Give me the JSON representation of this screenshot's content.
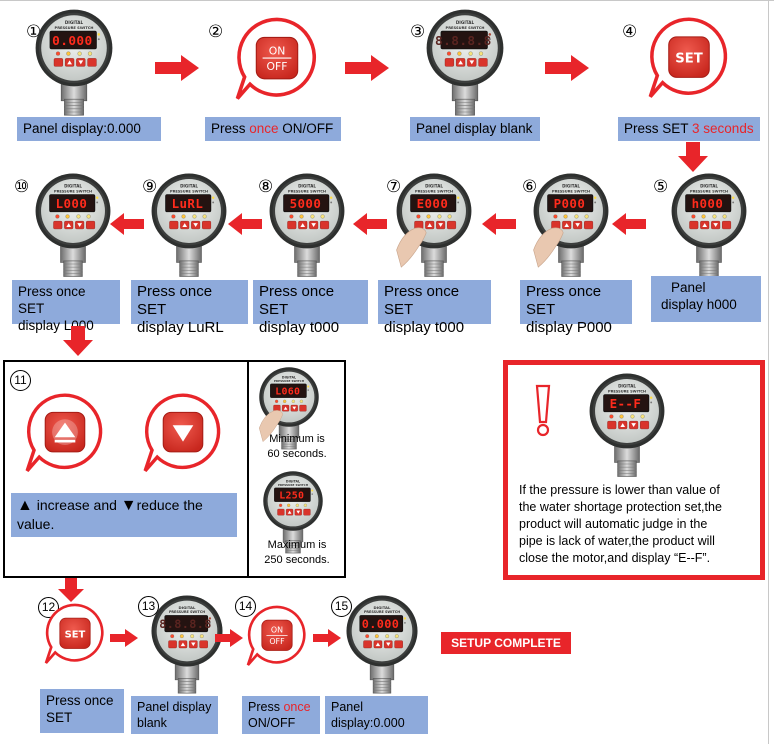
{
  "colors": {
    "accent": "#e8252a",
    "label_bg": "#8eaadb",
    "display_red": "#ff2b1c"
  },
  "device": {
    "brand": "DIGITAL",
    "model": "PRESSURE SWITCH"
  },
  "steps": [
    {
      "num": "①",
      "display": "0.000",
      "label": "Panel display:0.000"
    },
    {
      "num": "②",
      "button_top": "ON",
      "button_bottom": "OFF",
      "label_pre": "Press ",
      "label_em": "once",
      "label_post": " ON/OFF"
    },
    {
      "num": "③",
      "display": "8.8.8.8",
      "label": "Panel display blank"
    },
    {
      "num": "④",
      "button": "SET",
      "label_pre": "Press  SET ",
      "label_em": "3 seconds"
    },
    {
      "num": "⑤",
      "display": "h000",
      "label_l1": "Panel",
      "label_l2": "display h000"
    },
    {
      "num": "⑥",
      "display": "P000",
      "label_l1": "Press once SET",
      "label_l2": "display P000"
    },
    {
      "num": "⑦",
      "display": "E000",
      "label_l1": "Press once SET",
      "label_l2": "display  t000"
    },
    {
      "num": "⑧",
      "display": "5000",
      "label_l1": "Press once SET",
      "label_l2": "display  t000"
    },
    {
      "num": "⑨",
      "display": "LuRL",
      "label_l1": "Press once SET",
      "label_l2": "display  LuRL"
    },
    {
      "num": "⑩",
      "display": "L000",
      "label_l1": "Press once SET",
      "label_l2": "display    L000"
    },
    {
      "num": "11",
      "text_inc": "increase and",
      "text_red": "reduce  the",
      "text_l2": "value.",
      "min_display": "L060",
      "min_l1": "Minimum is",
      "min_l2": "60 seconds.",
      "max_display": "L250",
      "max_l1": "Maximum is",
      "max_l2": "250 seconds."
    },
    {
      "num": "12",
      "button": "SET",
      "label_l1": "Press  once",
      "label_l2": "SET"
    },
    {
      "num": "13",
      "display": "8.8.8.8",
      "label_l1": "Panel display",
      "label_l2": "blank"
    },
    {
      "num": "14",
      "button_top": "ON",
      "button_bottom": "OFF",
      "label_pre": "Press ",
      "label_em": "once",
      "label_l2": "ON/OFF"
    },
    {
      "num": "15",
      "display": "0.000",
      "label_l1": "Panel",
      "label_l2": "display:0.000"
    }
  ],
  "warning": {
    "display": "E--F",
    "lines": [
      "If the pressure is lower than value of",
      "the water shortage protection set,the",
      "product will automatic judge in the",
      "pipe is lack of water,the product will",
      "close the motor,and display “E--F”."
    ]
  },
  "complete": "SETUP COMPLETE"
}
